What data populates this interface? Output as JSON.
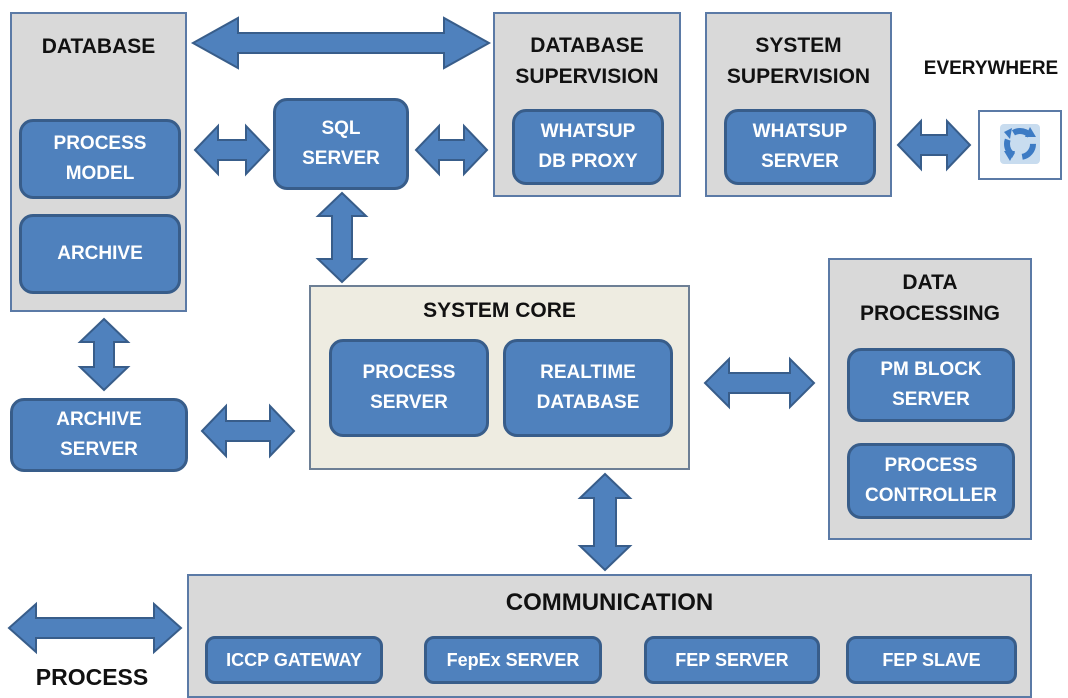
{
  "database": {
    "title": "DATABASE",
    "process_model": "PROCESS\nMODEL",
    "archive": "ARCHIVE"
  },
  "sql_server": "SQL\nSERVER",
  "db_supervision": {
    "title": "DATABASE\nSUPERVISION",
    "whatsup_db_proxy": "WHATSUP\nDB PROXY"
  },
  "system_supervision": {
    "title": "SYSTEM\nSUPERVISION",
    "whatsup_server": "WHATSUP\nSERVER"
  },
  "everywhere": {
    "label": "EVERYWHERE",
    "icon": "refresh-cycle-icon"
  },
  "archive_server": "ARCHIVE\nSERVER",
  "system_core": {
    "title": "SYSTEM CORE",
    "process_server": "PROCESS\nSERVER",
    "realtime_database": "REALTIME\nDATABASE"
  },
  "data_processing": {
    "title": "DATA\nPROCESSING",
    "pm_block_server": "PM BLOCK\nSERVER",
    "process_controller": "PROCESS\nCONTROLLER"
  },
  "communication": {
    "title": "COMMUNICATION",
    "iccp_gateway": "ICCP GATEWAY",
    "fepex_server": "FepEx SERVER",
    "fep_server": "FEP SERVER",
    "fep_slave": "FEP SLAVE"
  },
  "process_label": "PROCESS",
  "colors": {
    "box_fill": "#4f81bd",
    "box_border": "#385d8a",
    "panel_fill": "#d9d9d9",
    "core_fill": "#eeece1"
  }
}
